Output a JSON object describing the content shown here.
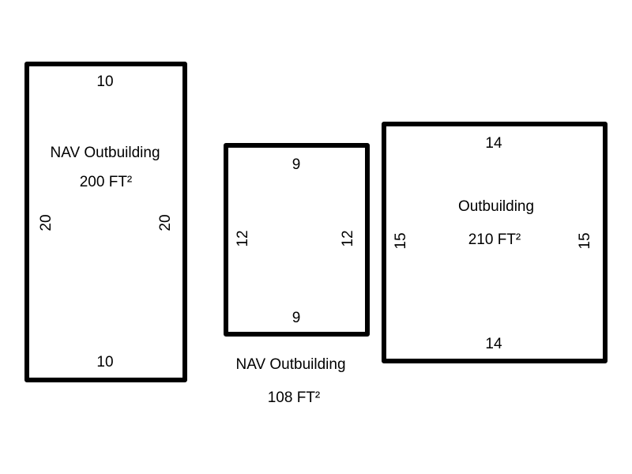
{
  "structures": [
    {
      "name": "NAV Outbuilding",
      "area": "200 FT²",
      "dims": {
        "top": "10",
        "bottom": "10",
        "left": "20",
        "right": "20"
      }
    },
    {
      "name": "NAV Outbuilding",
      "area": "108 FT²",
      "dims": {
        "top": "9",
        "bottom": "9",
        "left": "12",
        "right": "12"
      }
    },
    {
      "name": "Outbuilding",
      "area": "210 FT²",
      "dims": {
        "top": "14",
        "bottom": "14",
        "left": "15",
        "right": "15"
      }
    }
  ]
}
